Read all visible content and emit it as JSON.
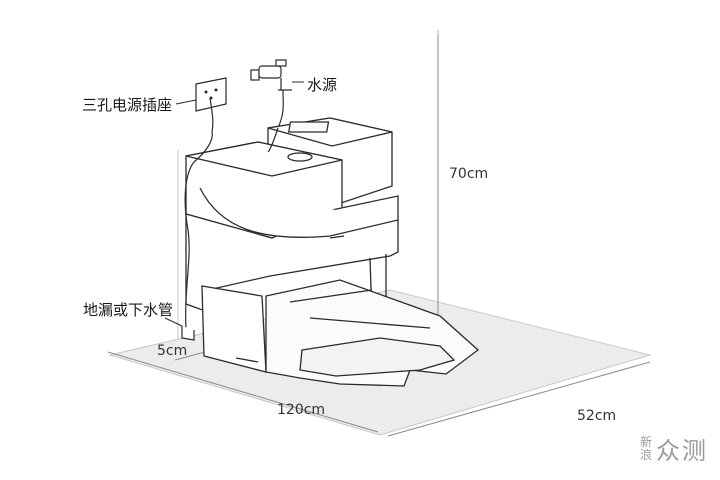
{
  "labels": {
    "power_outlet": "三孔电源插座",
    "water_source": "水源",
    "floor_drain": "地漏或下水管"
  },
  "dimensions": {
    "height": "70cm",
    "side_gap": "5cm",
    "width": "120cm",
    "depth": "52cm"
  },
  "watermark": {
    "small_top": "新",
    "small_bottom": "浪",
    "big": "众测"
  },
  "colors": {
    "line": "#2b2b2b",
    "dim_line": "#9a9a9a",
    "floor_fill": "#ececec",
    "wall_line": "#b8b8b8"
  }
}
